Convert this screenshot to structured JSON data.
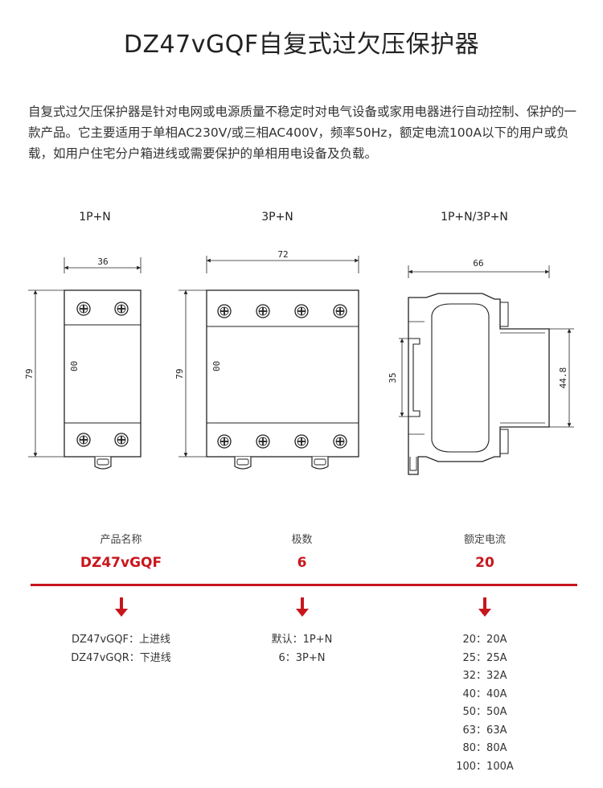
{
  "title": "DZ47vGQF自复式过欠压保护器",
  "intro": "自复式过欠压保护器是针对电网或电源质量不稳定时对电气设备或家用电器进行自动控制、保护的一款产品。它主要适用于单相AC230V/或三相AC400V，频率50Hz，额定电流100A以下的用户或负载，如用户住宅分户箱进线或需要保护的单相用电设备及负载。",
  "variants": [
    "1P+N",
    "3P+N",
    "1P+N/3P+N"
  ],
  "dimensions": {
    "w1": "36",
    "h1": "79",
    "w2": "72",
    "h2": "79",
    "depth": "66",
    "rail": "35",
    "height3": "44.8"
  },
  "device_labels": {
    "indicator": "00"
  },
  "table": [
    {
      "header": "产品名称",
      "value": "DZ47vGQF",
      "options": [
        "DZ47vGQF：上进线",
        "DZ47vGQR：下进线"
      ]
    },
    {
      "header": "极数",
      "value": "6",
      "options": [
        "默认：1P+N",
        "6：3P+N"
      ]
    },
    {
      "header": "额定电流",
      "value": "20",
      "options": [
        "20：20A",
        "25：25A",
        "32：32A",
        "40：40A",
        "50：50A",
        "63：63A",
        "80：80A",
        "100：100A"
      ]
    }
  ],
  "colors": {
    "accent": "#c8161d",
    "line": "#222222"
  }
}
